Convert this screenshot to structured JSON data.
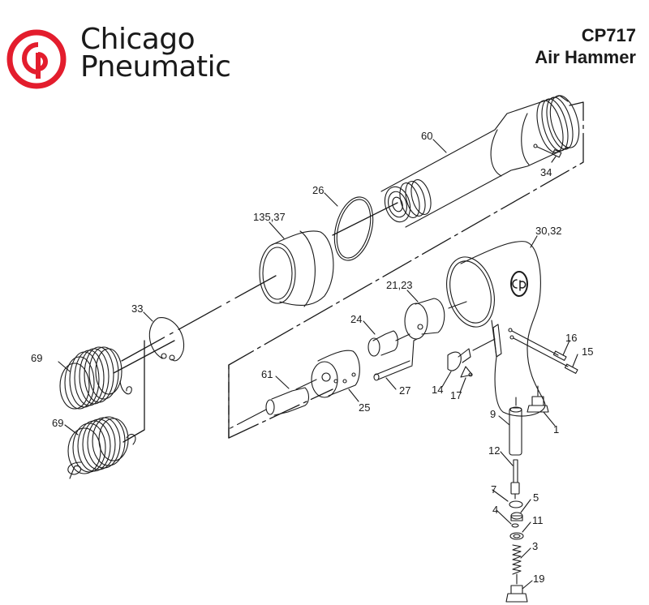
{
  "brand": {
    "line1": "Chicago",
    "line2": "Pneumatic",
    "color": "#e31d2d",
    "icon": "cp-logo-icon"
  },
  "title": {
    "model": "CP717",
    "name": "Air Hammer"
  },
  "diagram": {
    "type": "exploded-parts-view",
    "line_color": "#1a1a1a",
    "callouts": [
      {
        "id": "c60",
        "label": "60",
        "part": "barrel"
      },
      {
        "id": "c34",
        "label": "34",
        "part": "pin"
      },
      {
        "id": "c26",
        "label": "26",
        "part": "o-ring"
      },
      {
        "id": "c135",
        "label": "135,37",
        "part": "sleeve"
      },
      {
        "id": "c3032",
        "label": "30,32",
        "part": "handle-housing"
      },
      {
        "id": "c33",
        "label": "33",
        "part": "retaining-ring"
      },
      {
        "id": "c2123",
        "label": "21,23",
        "part": "valve-block"
      },
      {
        "id": "c24",
        "label": "24",
        "part": "valve"
      },
      {
        "id": "c69a",
        "label": "69",
        "part": "retainer-spring"
      },
      {
        "id": "c69b",
        "label": "69",
        "part": "retainer-spring-alt"
      },
      {
        "id": "c16",
        "label": "16",
        "part": "trigger-pin"
      },
      {
        "id": "c15",
        "label": "15",
        "part": "pin"
      },
      {
        "id": "c61",
        "label": "61",
        "part": "piston"
      },
      {
        "id": "c27",
        "label": "27",
        "part": "dowel-pin"
      },
      {
        "id": "c25",
        "label": "25",
        "part": "valve-case"
      },
      {
        "id": "c14",
        "label": "14",
        "part": "trigger"
      },
      {
        "id": "c17",
        "label": "17",
        "part": "safety-latch"
      },
      {
        "id": "c9",
        "label": "9",
        "part": "throttle-sleeve"
      },
      {
        "id": "c1",
        "label": "1",
        "part": "inlet-bushing"
      },
      {
        "id": "c12",
        "label": "12",
        "part": "throttle-valve"
      },
      {
        "id": "c7",
        "label": "7",
        "part": "o-ring"
      },
      {
        "id": "c5",
        "label": "5",
        "part": "valve-seat"
      },
      {
        "id": "c4",
        "label": "4",
        "part": "o-ring-small"
      },
      {
        "id": "c11",
        "label": "11",
        "part": "washer"
      },
      {
        "id": "c3",
        "label": "3",
        "part": "spring"
      },
      {
        "id": "c19",
        "label": "19",
        "part": "plug"
      }
    ]
  }
}
